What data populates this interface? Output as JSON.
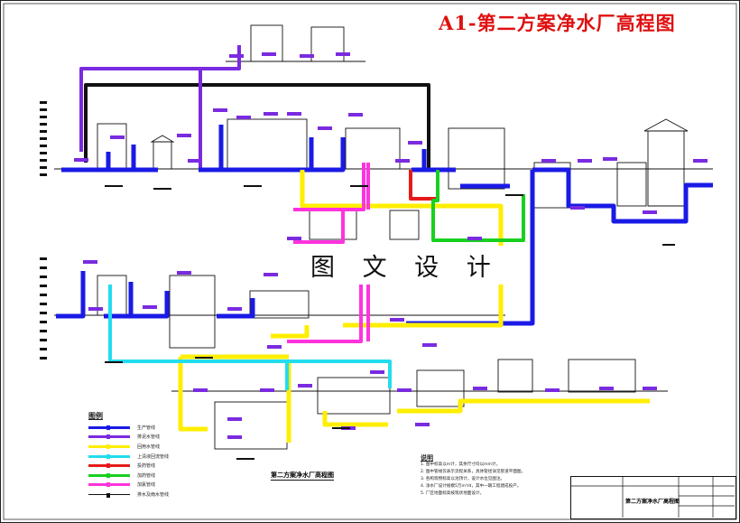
{
  "title": "A1-第二方案净水厂高程图",
  "watermark": "图 文 设 计",
  "drawing_caption": "第二方案净水厂高程图",
  "legend": {
    "heading": "图例",
    "entries": [
      {
        "label": "生产管线",
        "color": "#1a1ae6"
      },
      {
        "label": "排泥水管线",
        "color": "#7a2be0"
      },
      {
        "label": "回用水管线",
        "color": "#ffee00"
      },
      {
        "label": "上清液回流管线",
        "color": "#22ddee"
      },
      {
        "label": "投药管线",
        "color": "#e61a1a"
      },
      {
        "label": "加药管线",
        "color": "#18d020"
      },
      {
        "label": "加氯管线",
        "color": "#ff33dd"
      },
      {
        "label": "排水及雨水管线",
        "color": "#111111"
      }
    ]
  },
  "notes": {
    "heading": "说明",
    "lines": [
      "1. 图中标高以m计，其余尺寸均以mm计。",
      "2. 图中管线仅表示流程关系，具体管径详见管道平面图。",
      "3. 各构筑物标高以池顶计，设计水位见图注。",
      "4. 净水厂设计规模5万m³/d，其中一期工程建成投产。",
      "5. 厂区地面标高按现状地面设计。"
    ]
  },
  "title_block": {
    "drawing_name": "第二方案净水厂高程图"
  },
  "colors": {
    "production": "#1a1ae6",
    "sludge": "#7a2be0",
    "reuse": "#ffee00",
    "supernatant": "#22ddee",
    "dosing": "#e61a1a",
    "chemical": "#18d020",
    "chlorine": "#ff33dd",
    "drain": "#111111",
    "title_red": "#e01010"
  }
}
